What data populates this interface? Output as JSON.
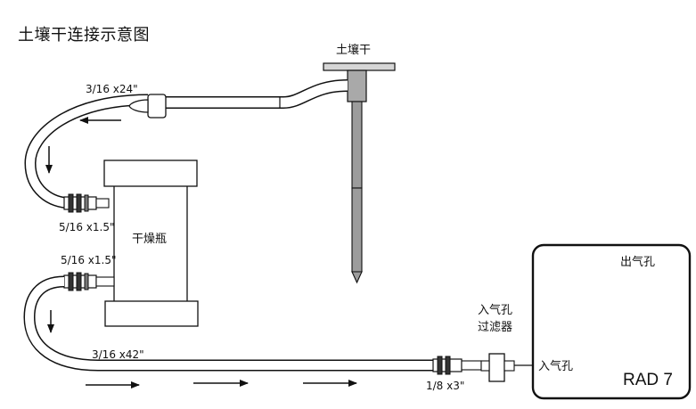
{
  "title": "土壤干连接示意图",
  "labels": {
    "soil_probe": "土壤干",
    "tube_top": "3/16 x24\"",
    "fitting_upper": "5/16 x1.5\"",
    "fitting_lower": "5/16 x1.5\"",
    "drying_jar": "干燥瓶",
    "tube_bottom": "3/16 x42\"",
    "fitting_filter": "1/8 x3\"",
    "filter_line1": "入气孔",
    "filter_line2": "过滤器",
    "rad_outlet": "出气孔",
    "rad_inlet": "入气孔",
    "rad_name": "RAD 7"
  }
}
